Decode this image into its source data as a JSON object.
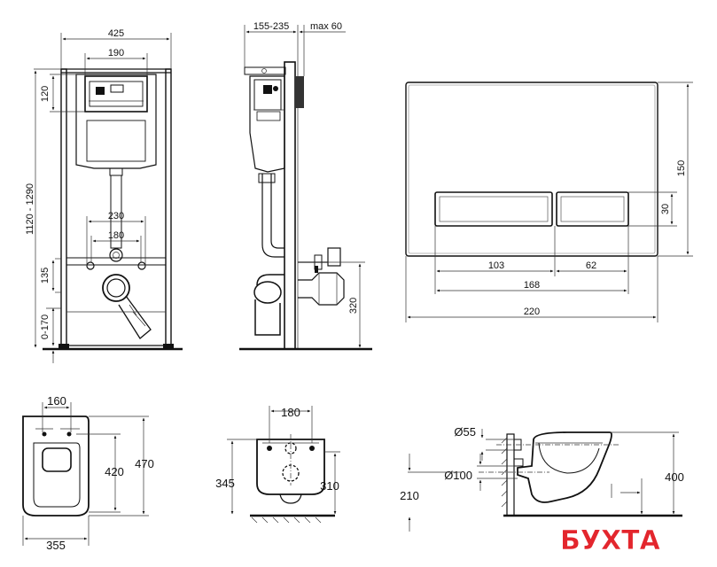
{
  "frame_front": {
    "width_total": "425",
    "width_top": "190",
    "height_top": "120",
    "height_range": "1120 - 1290",
    "width_flange": "230",
    "width_inner": "180",
    "height_mid": "135",
    "height_bottom": "0-170"
  },
  "frame_side": {
    "depth_range": "155-235",
    "depth_max": "max 60",
    "height_drain": "320"
  },
  "flush_plate": {
    "height": "150",
    "button_height": "30",
    "button_left_width": "103",
    "button_right_width": "62",
    "buttons_total": "168",
    "plate_width": "220"
  },
  "bowl_top": {
    "top_width": "160",
    "inner_length": "420",
    "total_length": "470",
    "bottom_width": "355"
  },
  "bowl_back": {
    "width": "180",
    "height_left": "345",
    "height_right": "310"
  },
  "bowl_side": {
    "inlet_diameter": "Ø55",
    "outlet_diameter": "Ø100",
    "height_floor": "210",
    "height_top": "400"
  },
  "brand": {
    "name": "БУХТА",
    "color": "#e3262d"
  }
}
